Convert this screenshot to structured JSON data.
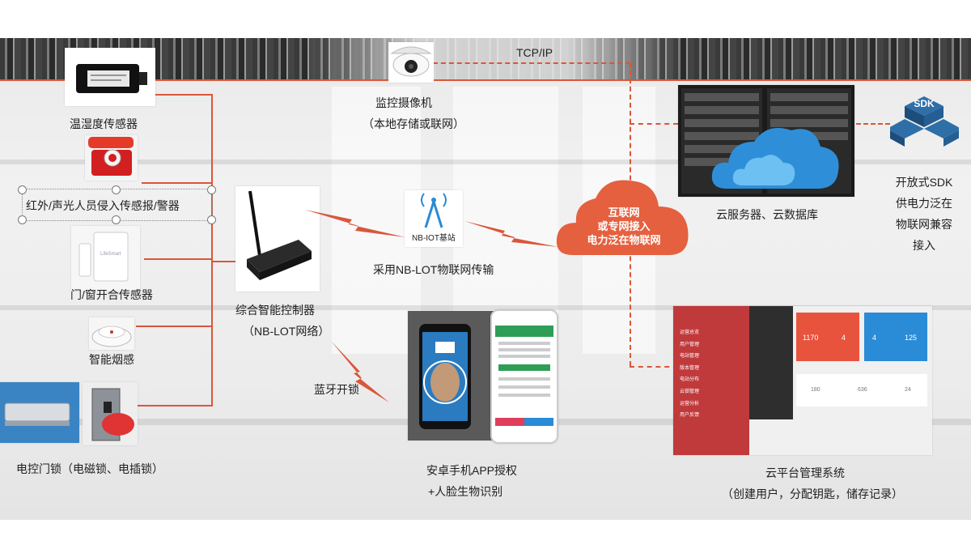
{
  "protocol_label": "TCP/IP",
  "devices": {
    "temp_humidity": "温湿度传感器",
    "intrusion_alarm": "红外/声光人员侵入传感报/警器",
    "door_window": "门/窗开合传感器",
    "smoke": "智能烟感",
    "electric_lock": "电控门锁（电磁锁、电插锁）"
  },
  "camera": {
    "title": "监控摄像机",
    "subtitle": "（本地存储或联网）"
  },
  "controller": {
    "title": "综合智能控制器",
    "subtitle": "（NB-LOT网络）"
  },
  "nbiot": {
    "icon_text": "NB-IOT基站",
    "caption": "采用NB-LOT物联网传输"
  },
  "internet_cloud": [
    "互联网",
    "或专网接入",
    "电力泛在物联网"
  ],
  "bluetooth_label": "蓝牙开锁",
  "phone": {
    "line1": "安卓手机APP授权",
    "line2": "+人脸生物识别"
  },
  "cloud_servers": {
    "caption": "云服务器、云数据库"
  },
  "sdk": {
    "icon_text": "SDK",
    "lines": [
      "开放式SDK",
      "供电力泛在",
      "物联网兼容",
      "接入"
    ]
  },
  "platform": {
    "caption1": "云平台管理系统",
    "caption2": "（创建用户，分配钥匙，储存记录）",
    "menu": [
      "运营总览",
      "用户管理",
      "电站管理",
      "版本管理",
      "电站分布",
      "云锁管理",
      "运营分析",
      "用户反馈"
    ],
    "stats": [
      "1170",
      "4",
      "4",
      "125"
    ],
    "mini": [
      "180",
      "636",
      "24"
    ]
  },
  "colors": {
    "accent": "#d9573b",
    "cloud": "#e5603f",
    "server_cloud": "#2e8fd8"
  }
}
